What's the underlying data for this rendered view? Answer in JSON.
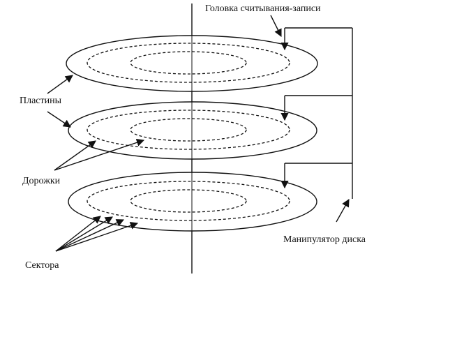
{
  "labels": {
    "head": "Головка считывания-записи",
    "platters": "Пластины",
    "tracks": "Дорожки",
    "sectors": "Сектора",
    "actuator": "Манипулятор диска"
  }
}
